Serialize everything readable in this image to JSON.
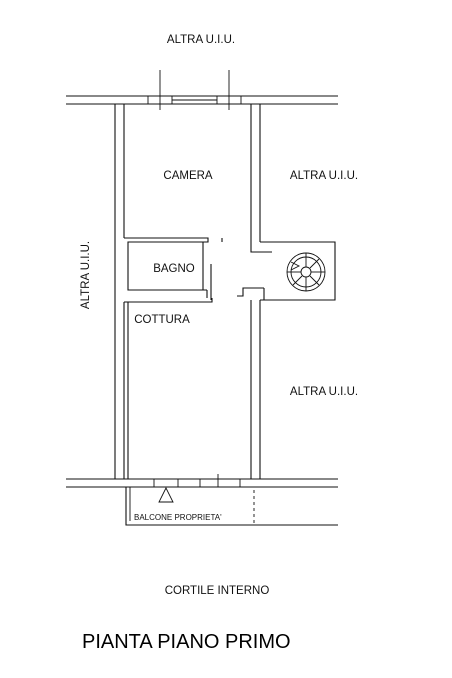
{
  "labels": {
    "top_neighbor": "ALTRA U.I.U.",
    "left_neighbor": "ALTRA U.I.U.",
    "right_upper_neighbor": "ALTRA U.I.U.",
    "right_lower_neighbor": "ALTRA U.I.U.",
    "room_camera": "CAMERA",
    "room_bagno": "BAGNO",
    "room_cottura": "COTTURA",
    "balcony": "BALCONE PROPRIETA'",
    "courtyard": "CORTILE INTERNO"
  },
  "title": "PIANTA PIANO PRIMO",
  "colors": {
    "line": "#111111",
    "background": "#ffffff"
  }
}
